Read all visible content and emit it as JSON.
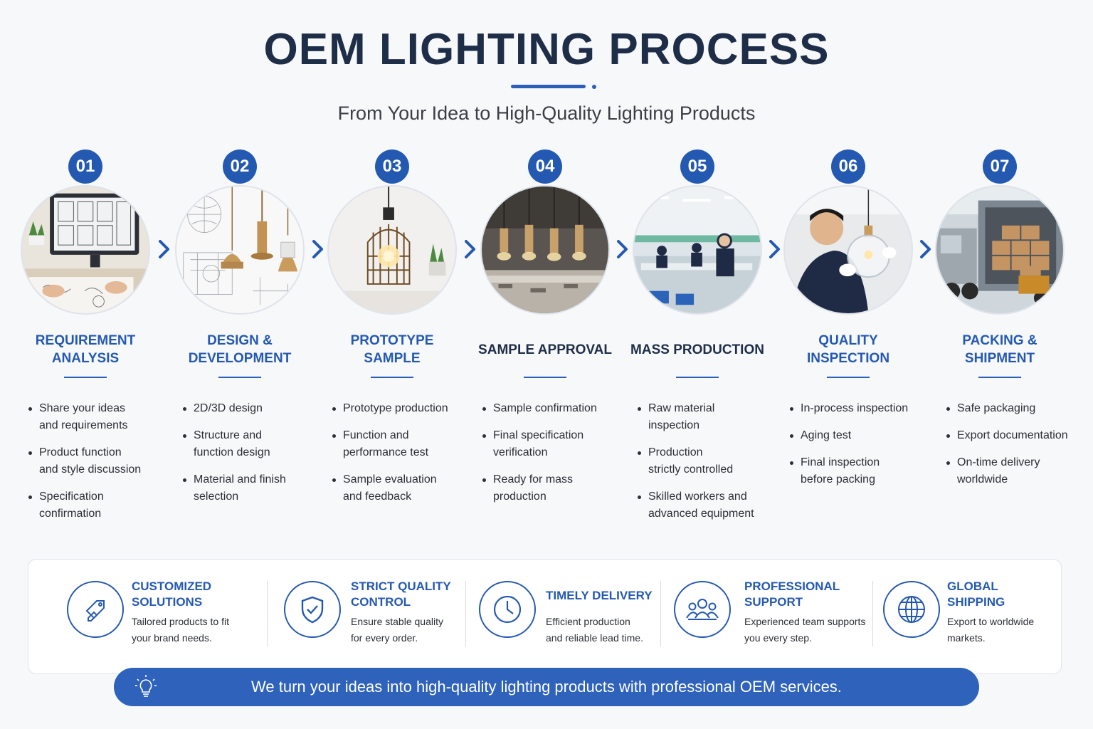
{
  "header": {
    "title": "OEM LIGHTING PROCESS",
    "subtitle": "From Your Idea to High-Quality Lighting Products"
  },
  "steps": [
    {
      "num": "01",
      "title_lines": [
        "REQUIREMENT",
        "ANALYSIS"
      ],
      "photo": "designer-sketching-at-monitor",
      "bullets": [
        "Share your ideas\nand requirements",
        "Product function\nand style discussion",
        "Specification\nconfirmation"
      ]
    },
    {
      "num": "02",
      "title_lines": [
        "DESIGN &",
        "DEVELOPMENT"
      ],
      "photo": "pendant-lamp-sketches",
      "bullets": [
        "2D/3D design",
        "Structure and\nfunction design",
        "Material and finish\nselection"
      ]
    },
    {
      "num": "03",
      "title_lines": [
        "PROTOTYPE",
        "SAMPLE"
      ],
      "photo": "cage-pendant-lamp",
      "bullets": [
        "Prototype production",
        "Function and\nperformance test",
        "Sample evaluation\nand feedback"
      ]
    },
    {
      "num": "04",
      "title_lines": [
        "SAMPLE APPROVAL"
      ],
      "photo": "pendant-lamps-over-table",
      "bullets": [
        "Sample confirmation",
        "Final specification\nverification",
        "Ready for mass\nproduction"
      ]
    },
    {
      "num": "05",
      "title_lines": [
        "MASS PRODUCTION"
      ],
      "photo": "factory-workers",
      "bullets": [
        "Raw material\ninspection",
        "Production\nstrictly controlled",
        "Skilled workers and\nadvanced equipment"
      ]
    },
    {
      "num": "06",
      "title_lines": [
        "QUALITY",
        "INSPECTION"
      ],
      "photo": "worker-inspecting-lamp",
      "bullets": [
        "In-process inspection",
        "Aging test",
        "Final inspection\nbefore packing"
      ]
    },
    {
      "num": "07",
      "title_lines": [
        "PACKING &",
        "SHIPMENT"
      ],
      "photo": "truck-loading-boxes",
      "bullets": [
        "Safe packaging",
        "Export documentation",
        "On-time delivery\nworldwide"
      ]
    }
  ],
  "features": [
    {
      "icon": "tag-pencil-icon",
      "title": "CUSTOMIZED\nSOLUTIONS",
      "desc": "Tailored products to fit\nyour brand needs."
    },
    {
      "icon": "shield-check-icon",
      "title": "STRICT QUALITY\nCONTROL",
      "desc": "Ensure stable quality\nfor every order."
    },
    {
      "icon": "clock-icon",
      "title": "TIMELY DELIVERY",
      "desc": "Efficient production\nand reliable lead time."
    },
    {
      "icon": "team-icon",
      "title": "PROFESSIONAL\nSUPPORT",
      "desc": "Experienced team supports\nyou every step."
    },
    {
      "icon": "globe-icon",
      "title": "GLOBAL\nSHIPPING",
      "desc": "Export to worldwide\nmarkets."
    }
  ],
  "banner": {
    "icon": "lightbulb-icon",
    "text": "We turn your ideas into high-quality lighting products with professional OEM services."
  },
  "colors": {
    "accent": "#2459b2",
    "heading_dark": "#1f2e48",
    "banner": "#2e62bb"
  }
}
